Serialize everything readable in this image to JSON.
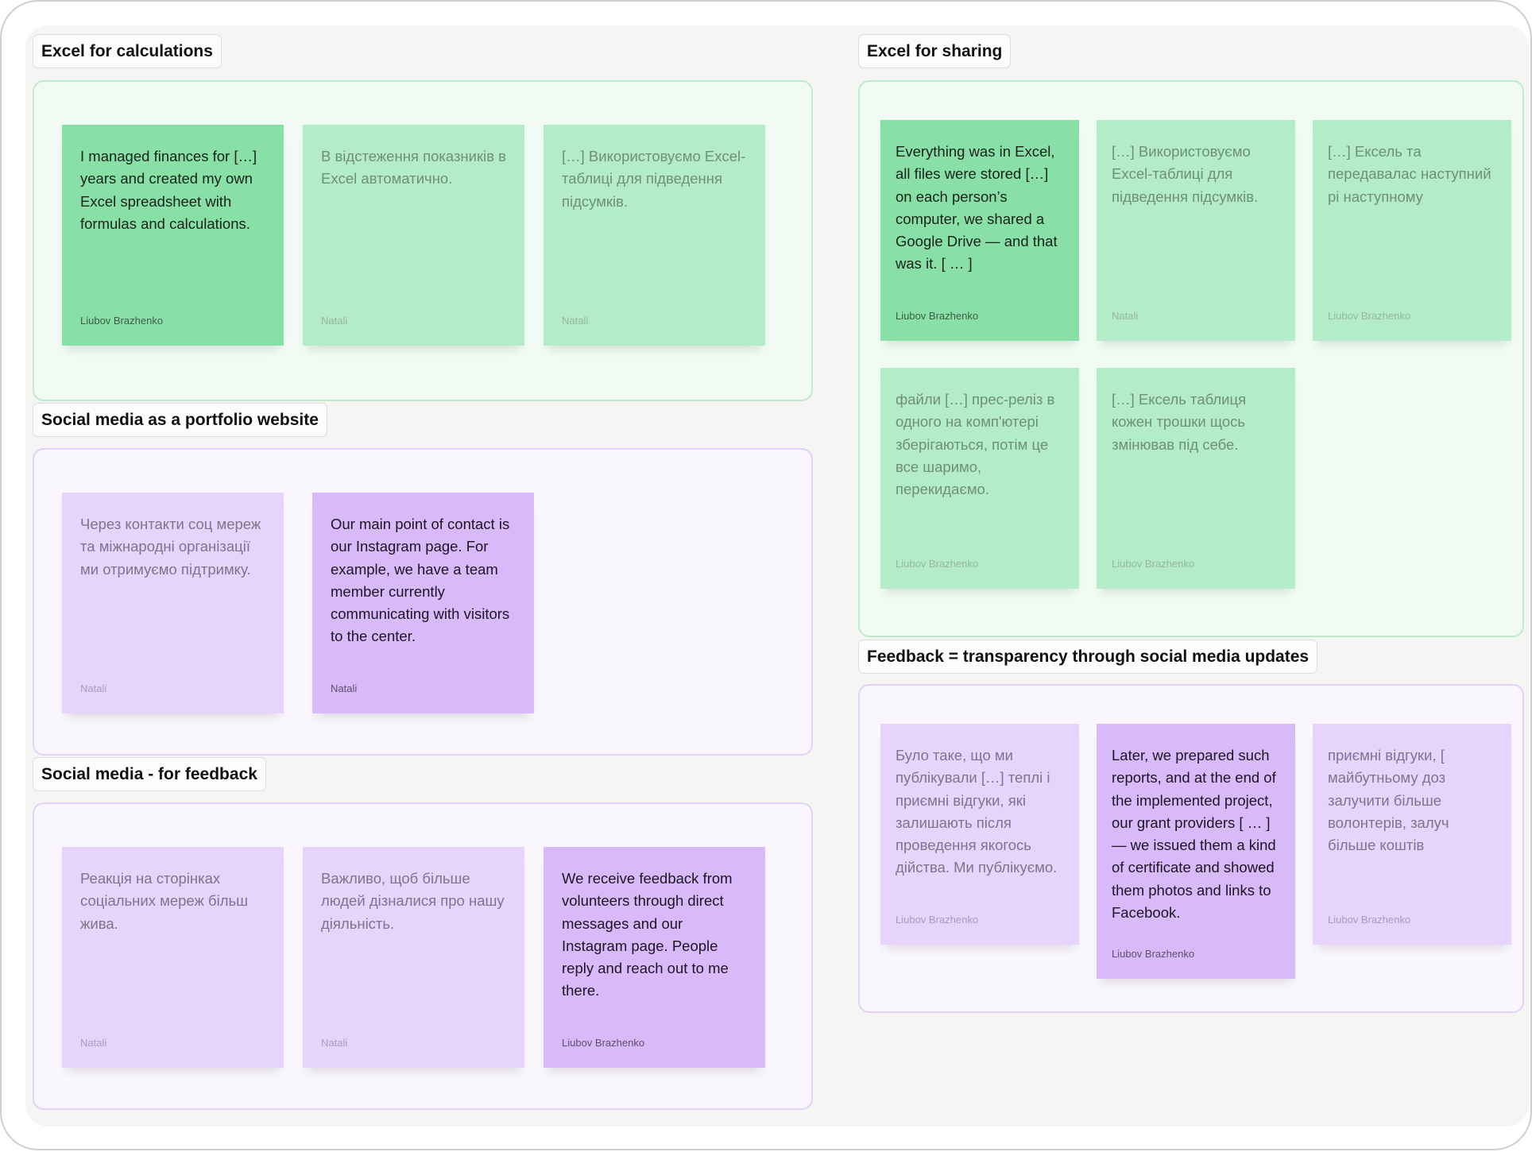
{
  "sections": [
    {
      "title": "Excel for calculations",
      "color": "green",
      "cards": [
        {
          "text": "I managed finances for […] years and created my own Excel spreadsheet with formulas and calculations.",
          "author": "Liubov Brazhenko",
          "emphasis": true
        },
        {
          "text": "В відстеження показників в Excel автоматично.",
          "author": "Natali",
          "emphasis": false
        },
        {
          "text": "[…] Використовуємо Excel-таблиці для підведення підсумків.",
          "author": "Natali",
          "emphasis": false
        }
      ]
    },
    {
      "title": "Social media as a portfolio website",
      "color": "purple",
      "cards": [
        {
          "text": "Через контакти соц мереж та міжнародні організації ми отримуємо підтримку.",
          "author": "Natali",
          "emphasis": false
        },
        {
          "text": "Our main point of contact is our Instagram page. For example, we have a team member currently communicating with visitors to the center.",
          "author": "Natali",
          "emphasis": true
        }
      ]
    },
    {
      "title": "Social media - for feedback",
      "color": "purple",
      "cards": [
        {
          "text": "Реакція на сторінках соціальних мереж більш жива.",
          "author": "Natali",
          "emphasis": false
        },
        {
          "text": "Важливо, щоб більше людей дізналися про нашу діяльність.",
          "author": "Natali",
          "emphasis": false
        },
        {
          "text": "We receive feedback from volunteers through direct messages and our Instagram page. People reply and reach out to me there.",
          "author": "Liubov Brazhenko",
          "emphasis": true
        }
      ]
    },
    {
      "title": "Excel for sharing",
      "color": "green",
      "cards": [
        {
          "text": "Everything was in Excel, all files were stored […] on each person’s computer, we shared a Google Drive — and that was it. [ … ]",
          "author": "Liubov Brazhenko",
          "emphasis": true
        },
        {
          "text": "[…] Використовуємо Excel-таблиці для підведення підсумків.",
          "author": "Natali",
          "emphasis": false
        },
        {
          "text": "[…] Ексель та передавалас наступний рі наступному",
          "author": "Liubov Brazhenko",
          "emphasis": false
        },
        {
          "text": "файли […] прес-реліз в одного на комп'ютері зберігаються, потім це все шаримо, перекидаємо.",
          "author": "Liubov Brazhenko",
          "emphasis": false
        },
        {
          "text": "[…] Ексель таблиця кожен трошки щось змінював під себе.",
          "author": "Liubov Brazhenko",
          "emphasis": false
        }
      ]
    },
    {
      "title": "Feedback = transparency through social media updates",
      "color": "purple",
      "cards": [
        {
          "text": "Було таке, що ми публікували […] теплі і приємні відгуки, які залишають після проведення якогось дійства. Ми публікуємо.",
          "author": "Liubov Brazhenko",
          "emphasis": false
        },
        {
          "text": "Later, we prepared such reports, and at the end of the implemented project, our grant providers [ … ] — we issued them a kind of certificate and showed them photos and links to Facebook.",
          "author": "Liubov Brazhenko",
          "emphasis": true
        },
        {
          "text": "приємні відгуки, [ майбутньому доз залучити більше волонтерів, залуч більше коштів",
          "author": "Liubov Brazhenko",
          "emphasis": false
        }
      ]
    }
  ]
}
